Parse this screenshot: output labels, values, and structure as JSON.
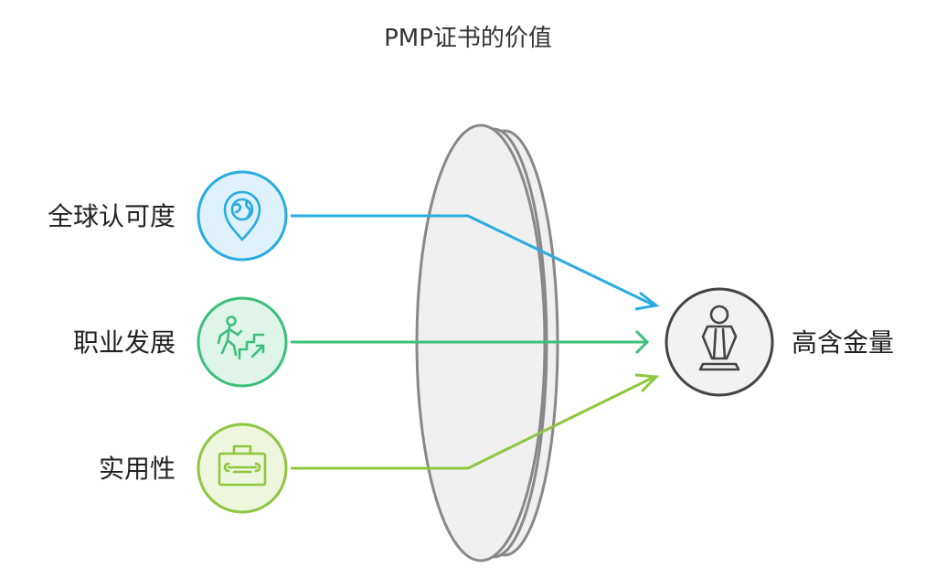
{
  "title": "PMP证书的价值",
  "inputs": [
    {
      "label": "全球认可度",
      "icon": "globe-location-icon",
      "color": "#29abe2",
      "fill": "#dff2fb"
    },
    {
      "label": "职业发展",
      "icon": "person-climbing-stairs-icon",
      "color": "#3cbf7a",
      "fill": "#e0f5ea"
    },
    {
      "label": "实用性",
      "icon": "toolbox-icon",
      "color": "#8dc63f",
      "fill": "#eef6dd"
    }
  ],
  "output": {
    "label": "高含金量",
    "icon": "trophy-person-icon",
    "color": "#444444",
    "fill": "#f2f2f2"
  },
  "lens": {
    "color": "#888888",
    "fill": "#f0f0f0"
  }
}
